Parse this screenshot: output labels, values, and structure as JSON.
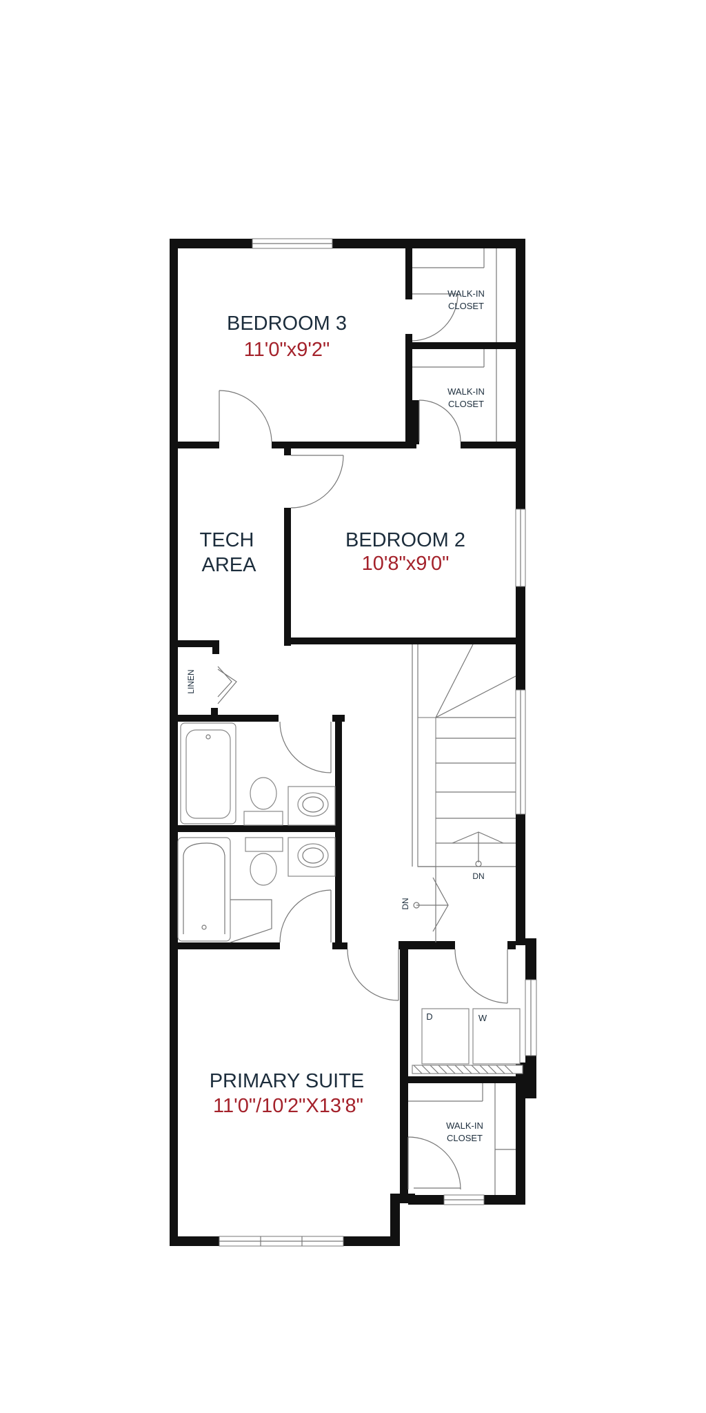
{
  "rooms": {
    "bedroom3": {
      "name": "BEDROOM 3",
      "dim": "11'0\"x9'2\""
    },
    "bedroom2": {
      "name": "BEDROOM 2",
      "dim": "10'8\"x9'0\""
    },
    "tech_line1": "TECH",
    "tech_line2": "AREA",
    "primary": {
      "name": "PRIMARY SUITE",
      "dim": "11'0\"/10'2\"X13'8\""
    },
    "walkin": "WALK-IN",
    "closet": "CLOSET",
    "linen": "LINEN",
    "dryer": "D",
    "washer": "W",
    "down": "DN"
  },
  "colors": {
    "wall": "#111111",
    "room_name": "#1c2d3c",
    "dimension": "#a4222b"
  }
}
